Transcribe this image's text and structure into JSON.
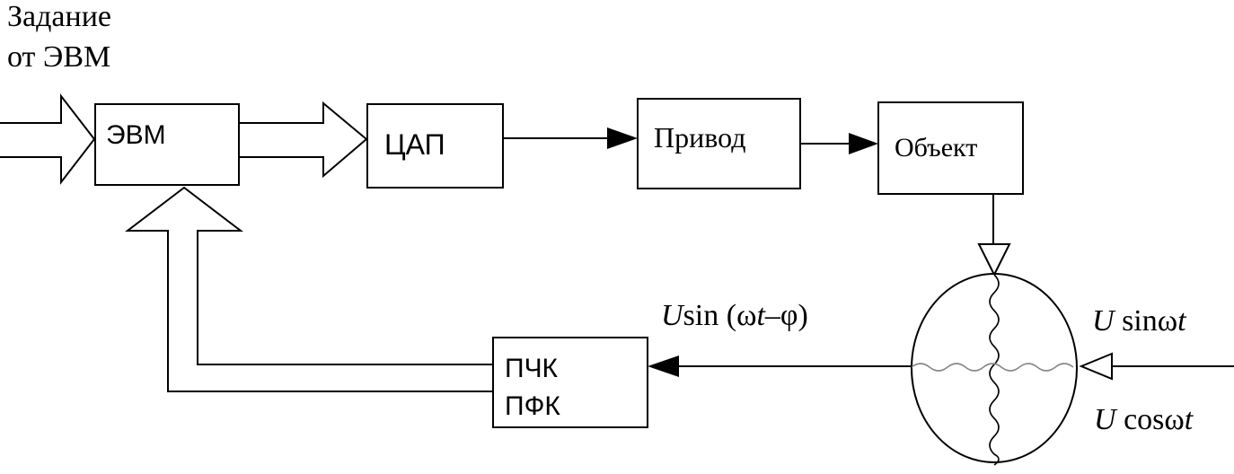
{
  "input_label": {
    "line1": "Задание",
    "line2": "от ЭВМ"
  },
  "blocks": {
    "computer": "ЭВМ",
    "dac": "ЦАП",
    "drive": "Привод",
    "object": "Объект",
    "converter_line1": "ПЧК",
    "converter_line2": "ПФК"
  },
  "signals": {
    "feedback": {
      "u": "U",
      "rest1": "sin (ω",
      "t": "t",
      "rest2": "–φ)"
    },
    "excitation_sin": {
      "u": "U",
      "rest": " sinω",
      "t": "t"
    },
    "excitation_cos": {
      "u": "U",
      "rest": " cosω",
      "t": "t"
    }
  }
}
